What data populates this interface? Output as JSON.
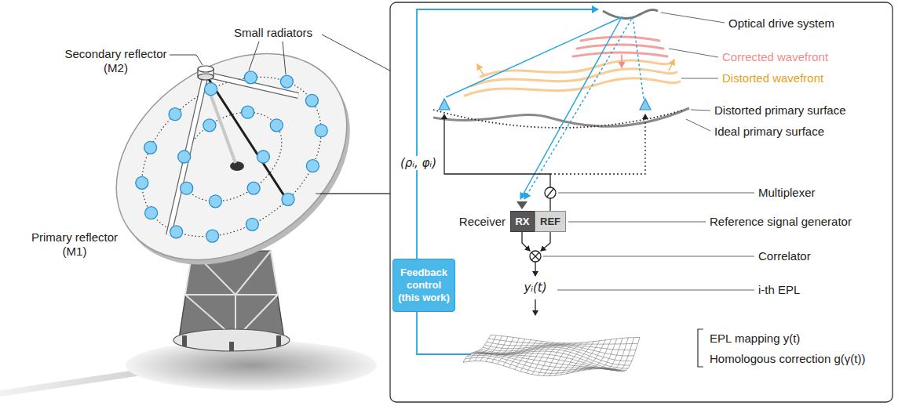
{
  "diagram": {
    "nodes": [
      {
        "text": [
          "RX"
        ]
      },
      {
        "text": [
          "REF"
        ]
      },
      {
        "text": [
          "Feedback control (this work)"
        ]
      }
    ],
    "labels": [
      "Secondary reflector (M2)",
      "Small radiators",
      "Primary reflector (M1)",
      "Optical drive system",
      "Corrected wavefront",
      "Distorted wavefront",
      "Distorted primary surface",
      "Ideal primary surface",
      "(ρᵢ, φᵢ)",
      "Multiplexer",
      "Receiver",
      "Reference signal generator",
      "Correlator",
      "yᵢ(t)",
      "i-th EPL",
      "EPL mapping y(t)",
      "Homologous correction g(γ(t))"
    ]
  }
}
